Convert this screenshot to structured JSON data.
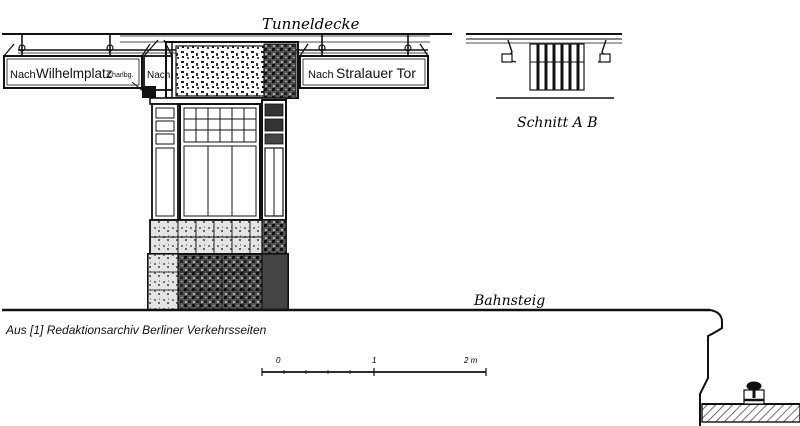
{
  "labels": {
    "ceiling": "Tunneldecke",
    "section": "Schnitt A B",
    "platform": "Bahnsteig"
  },
  "signs": {
    "left_prefix": "Nach",
    "left_name": "Wilhelmplatz",
    "left_small": "Charlbg.",
    "middle": "Nach",
    "right_prefix": "Nach",
    "right_name": "Stralauer Tor"
  },
  "scale_bar": {
    "ticks": [
      "0",
      "1",
      "2 m"
    ]
  },
  "caption": "Aus [1] Redaktionsarchiv Berliner Verkehrsseiten"
}
